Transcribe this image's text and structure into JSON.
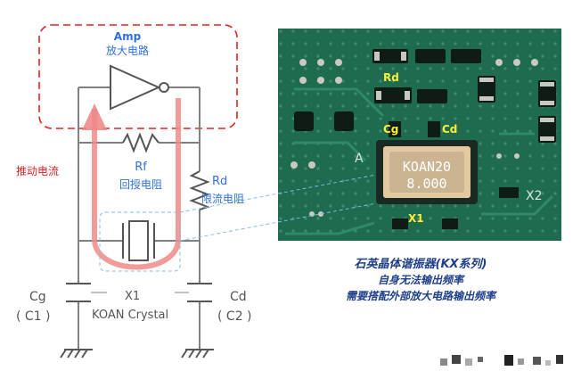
{
  "amp": {
    "title": "Amp",
    "subtitle": "放大电路"
  },
  "drive_current": "推动电流",
  "rf": {
    "label": "Rf",
    "desc": "回授电阻"
  },
  "rd": {
    "label": "Rd",
    "desc": "限流电阻"
  },
  "cg": {
    "label": "Cg",
    "alt": "( C1 )"
  },
  "cd": {
    "label": "Cd",
    "alt": "( C2 )"
  },
  "crystal": {
    "label": "X1",
    "name": "KOAN Crystal"
  },
  "photo": {
    "rd_label": "Rd",
    "cg_label": "Cg",
    "cd_label": "Cd",
    "x1_label": "X1",
    "chip_line1": "KOAN20",
    "chip_line2": "8.000",
    "silk_a": "A",
    "silk_x2": "X2"
  },
  "caption": {
    "line1": "石英晶体谐振器(KX系列)",
    "line2": "自身无法输出频率",
    "line3": "需要搭配外部放大电路输出频率"
  },
  "colors": {
    "blue": "#2f6fe0",
    "red": "#e02424",
    "current_arrow": "#f08a8a",
    "pcb": "#1e6b4f",
    "caption": "#1e3f8a"
  }
}
